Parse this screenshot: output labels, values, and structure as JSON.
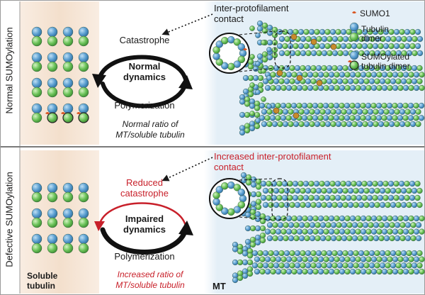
{
  "rows": {
    "normal": {
      "label": "Normal SUMOylation"
    },
    "defective": {
      "label": "Defective SUMOylation"
    }
  },
  "panels": {
    "normal": {
      "catastrophe_label": "Catastrophe",
      "dynamics_label": "Normal\ndynamics",
      "polymerization_label": "Polymerization",
      "ratio_label": "Normal ratio of\nMT/soluble tubulin",
      "contact_label": "Inter-protofilament\ncontact"
    },
    "defective": {
      "catastrophe_label": "Reduced\ncatastrophe",
      "dynamics_label": "Impaired\ndynamics",
      "polymerization_label": "Polymerization",
      "ratio_label": "Increased ratio of\nMT/soluble tubulin",
      "contact_label": "Increased inter-protofilament\ncontact"
    }
  },
  "columns": {
    "soluble": "Soluble\ntubulin",
    "mt": "MT"
  },
  "legend": {
    "sumo1": "SUMO1",
    "tubulin_dimer": "Tubulin\ndimer",
    "sumoylated_dimer": "SUMOylated\ntubulin dimer"
  },
  "colors": {
    "alpha_tubulin": "#5b9fd1",
    "beta_tubulin": "#6cc35a",
    "sumo1": "#d9541f",
    "accent_red": "#c8202a",
    "soluble_bg": "#f5e4d6",
    "mt_bg": "#e2eef6",
    "divider": "#7a7a7a"
  }
}
